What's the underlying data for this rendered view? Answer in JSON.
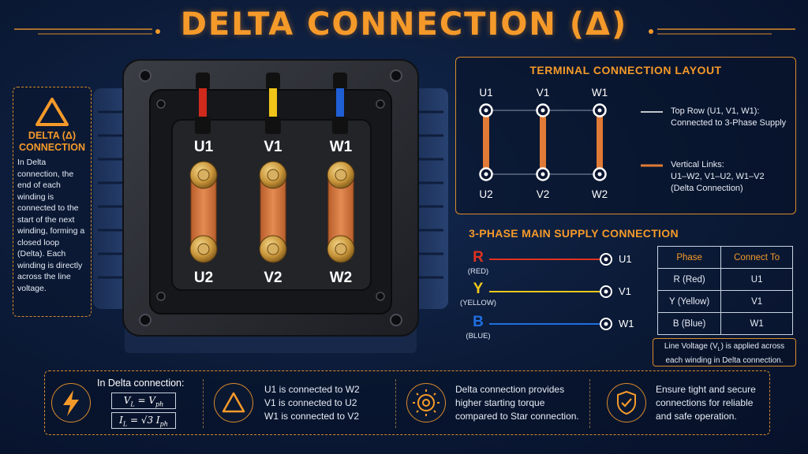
{
  "title": "DELTA CONNECTION (Δ)",
  "colors": {
    "accent": "#f59a2a",
    "red": "#e0321f",
    "yellow": "#f2c81c",
    "blue": "#1f6fe0",
    "copper": "#d97a3c"
  },
  "left_info": {
    "heading_1": "DELTA (Δ)",
    "heading_2": "CONNECTION",
    "description": "In Delta connection, the end of each winding is connected to the start of the next winding, forming a closed loop (Delta). Each winding is directly across the line voltage."
  },
  "motor": {
    "top_terminals": [
      "U1",
      "V1",
      "W1"
    ],
    "bottom_terminals": [
      "U2",
      "V2",
      "W2"
    ]
  },
  "terminal_layout": {
    "title": "TERMINAL CONNECTION LAYOUT",
    "top": [
      "U1",
      "V1",
      "W1"
    ],
    "bottom": [
      "U2",
      "V2",
      "W2"
    ],
    "legend_1": [
      "Top Row (U1, V1, W1):",
      "Connected to 3-Phase Supply"
    ],
    "legend_2": [
      "Vertical Links:",
      "U1–W2, V1–U2, W1–V2",
      "(Delta Connection)"
    ]
  },
  "supply": {
    "title": "3-PHASE MAIN SUPPLY CONNECTION",
    "phases": [
      {
        "letter": "R",
        "name": "(RED)",
        "terminal": "U1",
        "color": "#e0321f"
      },
      {
        "letter": "Y",
        "name": "(YELLOW)",
        "terminal": "V1",
        "color": "#f2c81c"
      },
      {
        "letter": "B",
        "name": "(BLUE)",
        "terminal": "W1",
        "color": "#1f6fe0"
      }
    ],
    "table": {
      "headers": [
        "Phase",
        "Connect To"
      ],
      "rows": [
        [
          "R (Red)",
          "U1"
        ],
        [
          "Y (Yellow)",
          "V1"
        ],
        [
          "B (Blue)",
          "W1"
        ]
      ]
    },
    "note_1": "Line Voltage (V",
    "note_sub": "L",
    "note_2": ") is applied across",
    "note_3": "each winding in Delta connection."
  },
  "bottom": {
    "formula_heading": "In Delta connection:",
    "f1_lhs": "V",
    "f1_lhs_sub": "L",
    "f1_rhs": "V",
    "f1_rhs_sub": "ph",
    "f2_lhs": "I",
    "f2_lhs_sub": "L",
    "f2_rhs": "√3  I",
    "f2_rhs_sub": "ph",
    "connections": [
      "U1 is connected to W2",
      "V1 is connected to U2",
      "W1 is connected to V2"
    ],
    "torque": [
      "Delta connection provides",
      "higher starting torque",
      "compared to Star connection."
    ],
    "safety": [
      "Ensure tight and secure",
      "connections for reliable",
      "and safe operation."
    ],
    "icons": [
      "lightning-icon",
      "triangle-icon",
      "gear-icon",
      "shield-check-icon"
    ]
  }
}
